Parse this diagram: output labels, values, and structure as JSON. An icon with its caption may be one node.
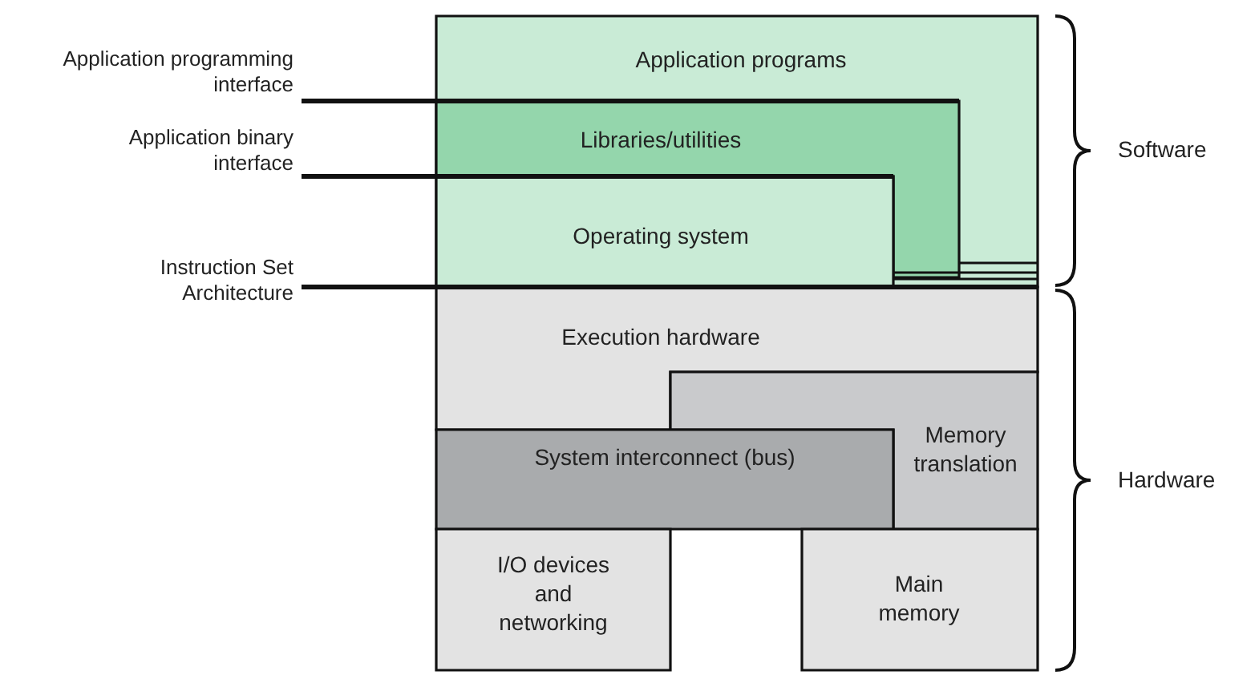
{
  "diagram": {
    "nodes": [
      {
        "text": [
          "Application programs"
        ]
      },
      {
        "text": [
          "Libraries/utilities"
        ],
        "in": 0
      },
      {
        "text": [
          "Operating system"
        ],
        "in": 0
      },
      {
        "text": [
          "Execution hardware"
        ]
      },
      {
        "text": [
          "Memory translation"
        ]
      },
      {
        "text": [
          "System interconnect (bus)"
        ]
      },
      {
        "text": [
          "I/O devices and networking"
        ]
      },
      {
        "text": [
          "Main memory"
        ]
      },
      {
        "text": [
          "Application programming interface"
        ]
      },
      {
        "text": [
          "Application binary interface"
        ]
      },
      {
        "text": [
          "Instruction Set Architecture"
        ]
      }
    ],
    "edges": [
      {
        "from": 8,
        "to": 1,
        "arrow": "none"
      },
      {
        "from": 9,
        "to": 2,
        "arrow": "none"
      },
      {
        "from": 10,
        "to": 3,
        "arrow": "none"
      }
    ],
    "labels": [
      "Software",
      "Hardware"
    ]
  }
}
